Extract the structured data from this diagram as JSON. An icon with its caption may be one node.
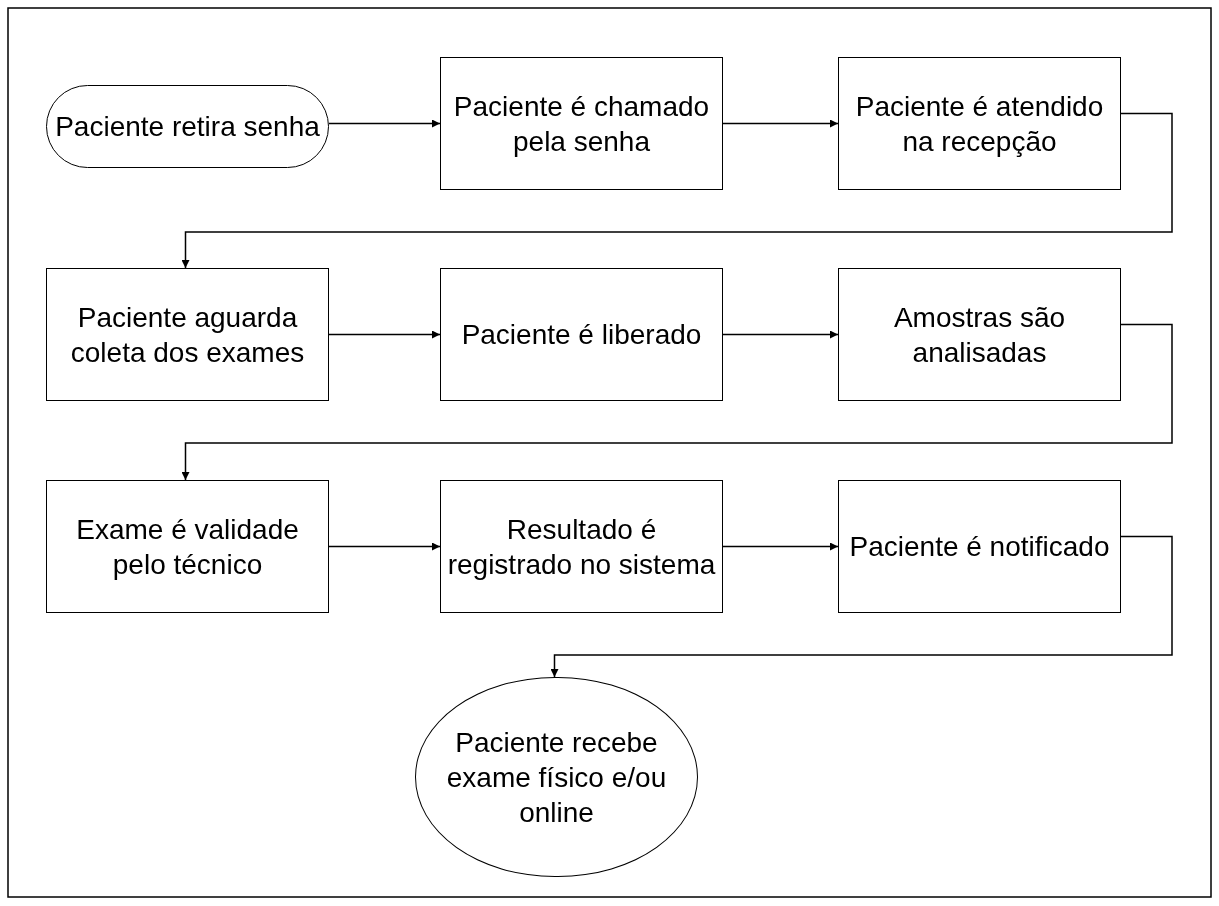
{
  "diagram": {
    "nodes": [
      {
        "text": [
          "Paciente retira senha"
        ]
      },
      {
        "text": [
          "Paciente é chamado pela senha"
        ]
      },
      {
        "text": [
          "Paciente é atendido na recepção"
        ]
      },
      {
        "text": [
          "Paciente aguarda coleta dos exames"
        ]
      },
      {
        "text": [
          "Paciente é liberado"
        ]
      },
      {
        "text": [
          "Amostras são analisadas"
        ]
      },
      {
        "text": [
          "Exame é validade pelo técnico"
        ]
      },
      {
        "text": [
          "Resultado é registrado no sistema"
        ]
      },
      {
        "text": [
          "Paciente é notificado"
        ]
      },
      {
        "text": [
          "Paciente recebe exame físico e/ou online"
        ]
      }
    ],
    "edges": [
      {
        "from": 0,
        "to": 1,
        "arrow": "to"
      },
      {
        "from": 1,
        "to": 2,
        "arrow": "to"
      },
      {
        "from": 2,
        "to": 3,
        "arrow": "to"
      },
      {
        "from": 3,
        "to": 4,
        "arrow": "to"
      },
      {
        "from": 4,
        "to": 5,
        "arrow": "to"
      },
      {
        "from": 5,
        "to": 6,
        "arrow": "to"
      },
      {
        "from": 6,
        "to": 7,
        "arrow": "to"
      },
      {
        "from": 7,
        "to": 8,
        "arrow": "to"
      },
      {
        "from": 8,
        "to": 9,
        "arrow": "to"
      }
    ]
  }
}
